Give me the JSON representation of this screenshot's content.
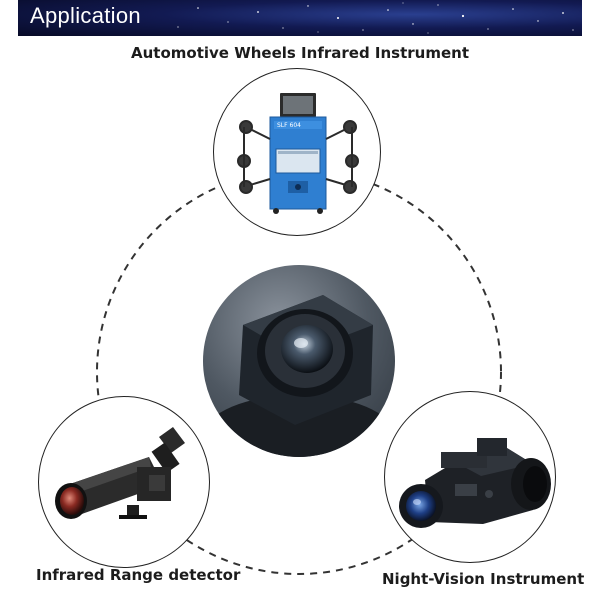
{
  "banner": {
    "title": "Application"
  },
  "applications": [
    {
      "label": "Automotive Wheels Infrared Instrument"
    },
    {
      "label": "Infrared Range detector"
    },
    {
      "label": "Night-Vision Instrument"
    }
  ],
  "machine_panel_text": "SLF 604",
  "colors": {
    "banner_dark": "#070a26",
    "banner_mid": "#2a3f8f",
    "machine_blue": "#2f7fd1",
    "ring_dash": "#333333"
  }
}
